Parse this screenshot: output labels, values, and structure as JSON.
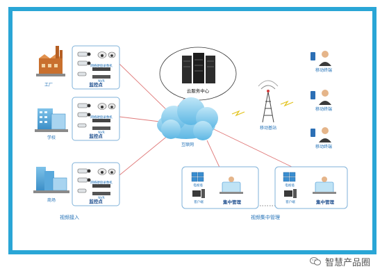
{
  "sites": [
    {
      "name": "工厂",
      "box_label": "监控点"
    },
    {
      "name": "学校",
      "box_label": "监控点"
    },
    {
      "name": "商场",
      "box_label": "监控点"
    }
  ],
  "device_labels": {
    "dvr": "网络硬盘录像机",
    "nvr": "NVR"
  },
  "cloud_center": "云服务中心",
  "internet": "互联网",
  "base_station": "移动基站",
  "mobile_users": [
    "移动终端",
    "移动终端",
    "移动终端"
  ],
  "central_mgmt": "集中管理",
  "screen_label": "电视墙",
  "pc_label": "客户端",
  "bottom_left": "视频接入",
  "bottom_right": "视频集中管理",
  "watermark": "智慧产品圈",
  "colors": {
    "frame": "#2aa6d6",
    "link": "#e07a7a",
    "box_border": "#7fb2d9",
    "label": "#1f6fb6"
  }
}
